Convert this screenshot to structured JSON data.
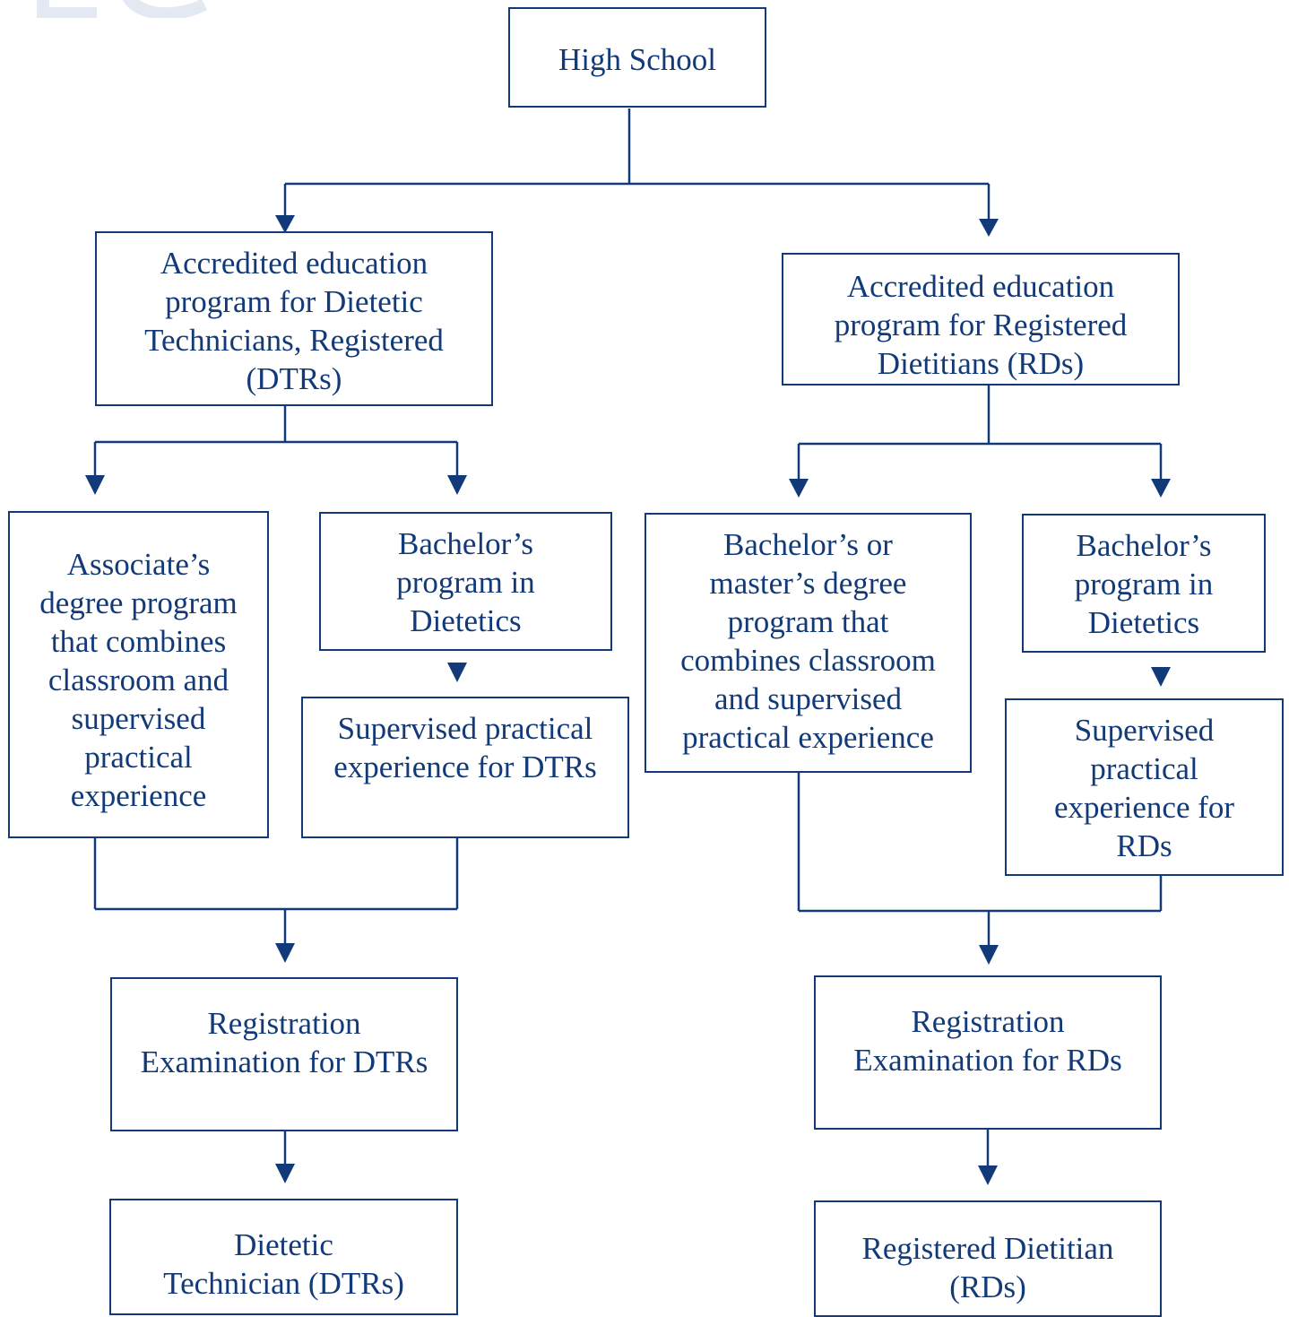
{
  "colors": {
    "ink": "#123a78",
    "watermark": "#e3e8f3"
  },
  "nodes": {
    "high_school": "High School",
    "dtr_program": "Accredited education\nprogram for Dietetic\nTechnicians, Registered\n(DTRs)",
    "rd_program": "Accredited education\nprogram for Registered\nDietitians (RDs)",
    "associates_degree": "Associate’s\ndegree program\nthat combines\nclassroom and\nsupervised\npractical\nexperience",
    "dtr_bachelors": "Bachelor’s\nprogram in\nDietetics",
    "dtr_supervised": "Supervised practical\nexperience for DTRs",
    "rd_degree": "Bachelor’s or\nmaster’s degree\nprogram that\ncombines classroom\nand supervised\npractical experience",
    "rd_bachelors": "Bachelor’s\nprogram in\nDietetics",
    "rd_supervised": "Supervised\npractical\nexperience for\nRDs",
    "dtr_exam": "Registration\nExamination for DTRs",
    "rd_exam": "Registration\nExamination for RDs",
    "dtr_credential": "Dietetic\nTechnician (DTRs)",
    "rd_credential": "Registered Dietitian\n(RDs)"
  }
}
